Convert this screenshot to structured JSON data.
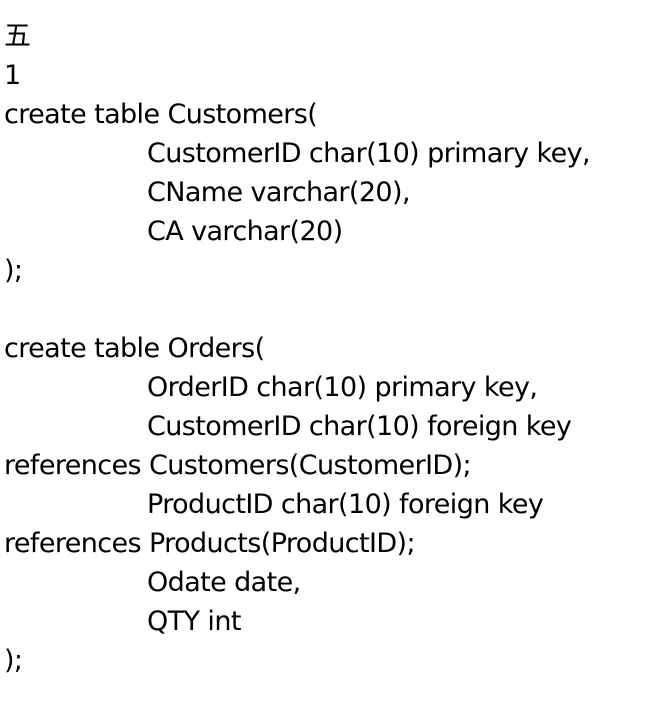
{
  "lines": [
    {
      "text": "五",
      "indent": false
    },
    {
      "text": "1",
      "indent": false
    },
    {
      "text": "create table Customers(",
      "indent": false
    },
    {
      "text": "CustomerID char(10) primary key,",
      "indent": true
    },
    {
      "text": "CName varchar(20),",
      "indent": true
    },
    {
      "text": "CA varchar(20)",
      "indent": true
    },
    {
      "text": ");",
      "indent": false
    },
    {
      "text": "",
      "indent": false
    },
    {
      "text": "create table Orders(",
      "indent": false
    },
    {
      "text": "OrderID char(10) primary key,",
      "indent": true
    },
    {
      "text": "CustomerID char(10) foreign key",
      "indent": true
    },
    {
      "text": "references Customers(CustomerID);",
      "indent": false
    },
    {
      "text": "ProductID char(10) foreign key",
      "indent": true
    },
    {
      "text": "references Products(ProductID);",
      "indent": false
    },
    {
      "text": "Odate date,",
      "indent": true
    },
    {
      "text": "QTY int",
      "indent": true
    },
    {
      "text": ");",
      "indent": false
    }
  ]
}
